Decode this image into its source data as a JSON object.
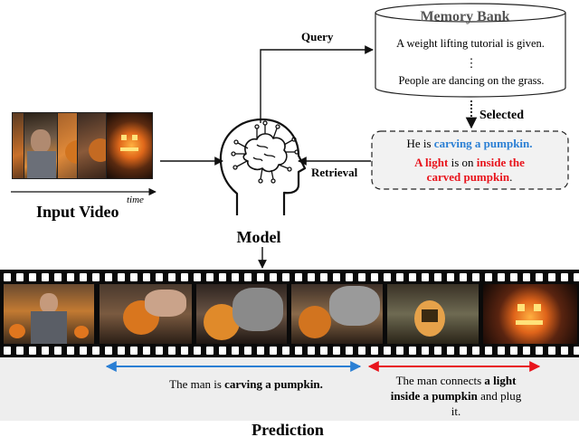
{
  "memory_bank": {
    "title": "Memory Bank",
    "entry_1": "A weight lifting tutorial is given.",
    "ellipsis": "⋮",
    "entry_2": "People are dancing on the grass."
  },
  "labels": {
    "query": "Query",
    "selected": "Selected",
    "retrieval": "Retrieval",
    "model": "Model",
    "input_video": "Input Video",
    "time": "time",
    "prediction": "Prediction"
  },
  "retrieved": {
    "line1_prefix": "He is ",
    "line1_highlight": "carving a pumpkin.",
    "line2_a": "A light",
    "line2_b": " is on ",
    "line2_c": "inside the",
    "line3": "carved pumpkin",
    "line3_end": "."
  },
  "captions": {
    "left_prefix": "The man is ",
    "left_bold": "carving a pumpkin.",
    "right_prefix": "The man connects ",
    "right_bold_1": "a light",
    "right_bold_2": "inside a pumpkin",
    "right_suffix": " and plug",
    "right_end": "it."
  },
  "colors": {
    "blue": "#2a7fd4",
    "red": "#e8141c",
    "caption_bg": "#eeeeee",
    "film": "#0a0a0a"
  },
  "icons": {
    "model": "head-with-brain-circuit-icon"
  }
}
